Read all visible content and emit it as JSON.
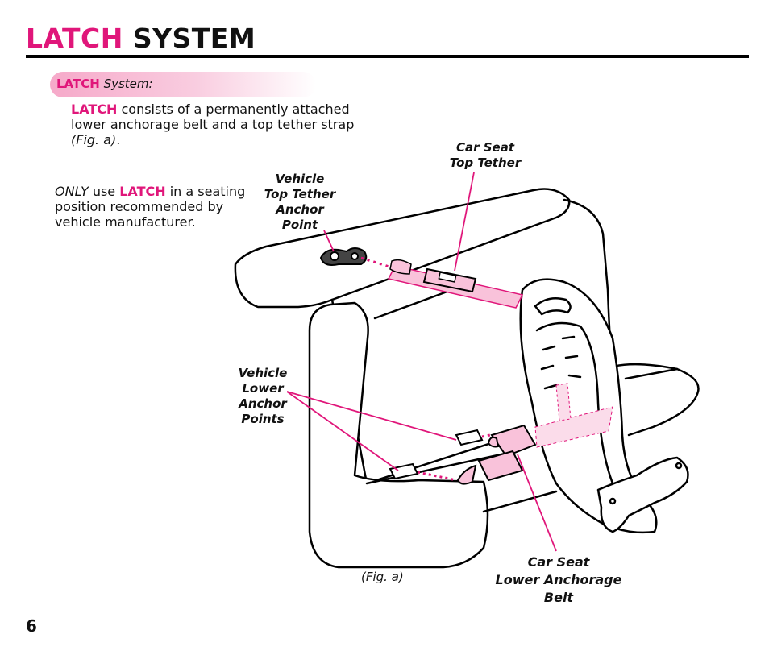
{
  "header": {
    "title_accent": "LATCH",
    "title_rest": "SYSTEM"
  },
  "section": {
    "keyword": "LATCH",
    "label": "System:"
  },
  "paragraph1": {
    "keyword": "LATCH",
    "text": "consists of a permanently attached lower anchorage belt and a top tether strap",
    "ref": "(Fig. a)",
    "end": "."
  },
  "paragraph2": {
    "emph": "ONLY",
    "use": "use",
    "keyword": "LATCH",
    "text": "in a seating position recommended by vehicle manufacturer."
  },
  "figure": {
    "labels": {
      "car_seat_top_tether": [
        "Car Seat",
        "Top Tether"
      ],
      "vehicle_top_tether_anchor": [
        "Vehicle",
        "Top Tether",
        "Anchor",
        "Point"
      ],
      "vehicle_lower_anchor_points": [
        "Vehicle",
        "Lower",
        "Anchor",
        "Points"
      ],
      "car_seat_lower_anchorage_belt": [
        "Car Seat",
        "Lower Anchorage",
        "Belt"
      ]
    },
    "caption": "(Fig. a)"
  },
  "page_number": "6",
  "colors": {
    "accent": "#e0167a",
    "strap": "#f9c2da",
    "pill": "#f6a9c9"
  }
}
